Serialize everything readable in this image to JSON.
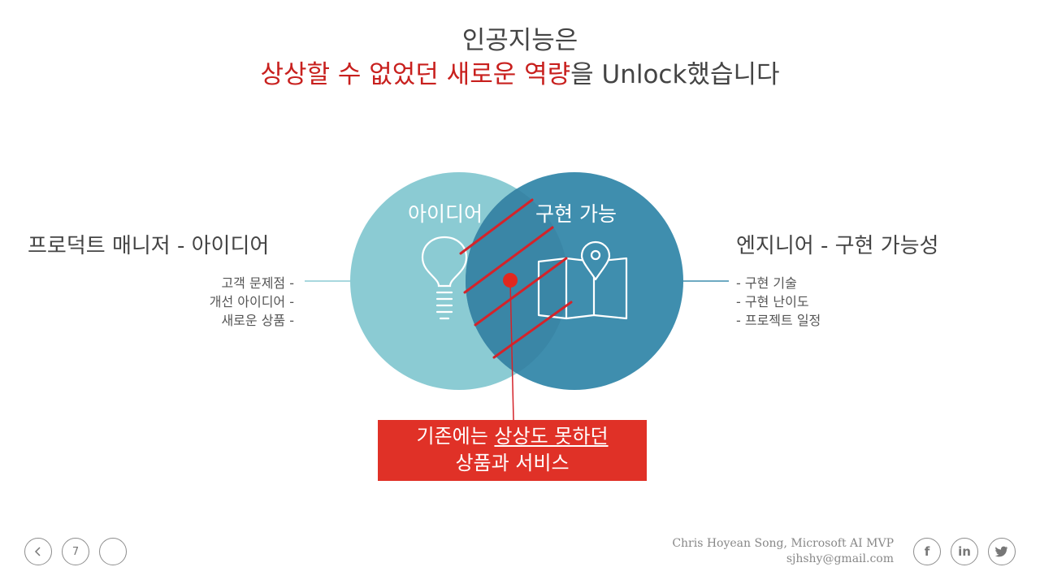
{
  "title": {
    "line1": "인공지능은",
    "line2_accent": "상상할 수 없었던 새로운 역량",
    "line2_rest": "을 Unlock했습니다"
  },
  "left": {
    "heading": "프로덕트 매니저 - 아이디어",
    "items": [
      "고객 문제점 -",
      "개선 아이디어 -",
      "새로운 상품 -"
    ]
  },
  "right": {
    "heading": "엔지니어 - 구현 가능성",
    "items": [
      "- 구현 기술",
      "- 구현 난이도",
      "- 프로젝트 일정"
    ]
  },
  "venn": {
    "left_label": "아이디어",
    "right_label": "구현 가능",
    "left_color": "#8bcbd3",
    "right_color": "#3f8eae",
    "hatch_color": "#d4232a",
    "left_icon": "lightbulb-icon",
    "right_icon": "map-pin-icon"
  },
  "callout": {
    "line1_plain": "기존에는 ",
    "line1_underlined": "상상도 못하던",
    "line2": "상품과 서비스"
  },
  "nav": {
    "prev_icon": "chevron-left-icon",
    "page_number": "7",
    "next_icon": "chevron-right-icon"
  },
  "credits": {
    "author": "Chris Hoyean Song, Microsoft AI MVP",
    "email": "sjhshy@gmail.com"
  },
  "social": {
    "facebook": "f",
    "linkedin": "in",
    "twitter_icon": "twitter-bird-icon"
  }
}
